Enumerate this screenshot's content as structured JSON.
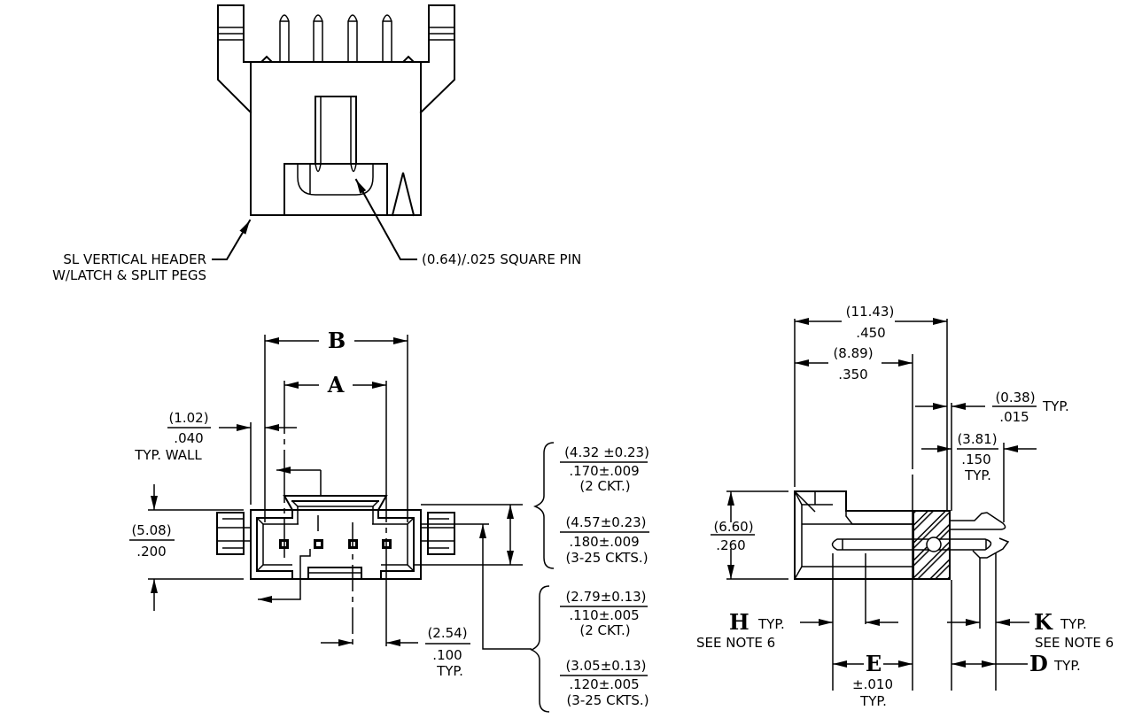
{
  "top_view": {
    "callout_header_line1": "SL VERTICAL HEADER",
    "callout_header_line2": "W/LATCH & SPLIT PEGS",
    "callout_pin": "(0.64)/.025 SQUARE PIN"
  },
  "plan_view": {
    "dim_B": "B",
    "dim_A": "A",
    "wall_mm": "(1.02)",
    "wall_in": ".040",
    "wall_note": "TYP. WALL",
    "height_mm": "(5.08)",
    "height_in": ".200",
    "pitch_mm": "(2.54)",
    "pitch_in": ".100",
    "pitch_note": "TYP.",
    "depth_2ckt_mm": "(4.32 ±0.23)",
    "depth_2ckt_in": ".170±.009",
    "depth_2ckt_note": "(2 CKT.)",
    "depth_3ckt_mm": "(4.57±0.23)",
    "depth_3ckt_in": ".180±.009",
    "depth_3ckt_note": "(3-25 CKTS.)",
    "offset_2ckt_mm": "(2.79±0.13)",
    "offset_2ckt_in": ".110±.005",
    "offset_2ckt_note": "(2 CKT.)",
    "offset_3ckt_mm": "(3.05±0.13)",
    "offset_3ckt_in": ".120±.005",
    "offset_3ckt_note": "(3-25 CKTS.)"
  },
  "side_view": {
    "overall_mm": "(11.43)",
    "overall_in": ".450",
    "body_mm": "(8.89)",
    "body_in": ".350",
    "gap_mm": "(0.38)",
    "gap_in": ".015",
    "gap_note": "TYP.",
    "tail_mm": "(3.81)",
    "tail_in": ".150",
    "tail_note": "TYP.",
    "height_mm": "(6.60)",
    "height_in": ".260",
    "dim_H": "H",
    "H_note": "TYP.",
    "H_see": "SEE NOTE 6",
    "dim_K": "K",
    "K_note": "TYP.",
    "K_see": "SEE NOTE 6",
    "dim_E": "E",
    "E_tol": "±.010",
    "E_note": "TYP.",
    "dim_D": "D",
    "D_note": "TYP."
  }
}
